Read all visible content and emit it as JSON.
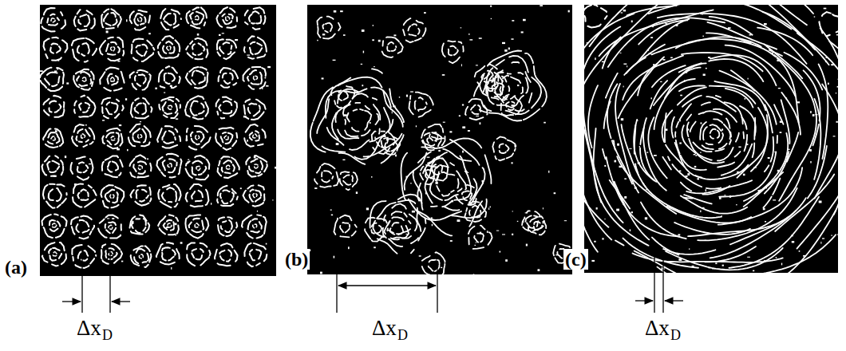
{
  "diagram": {
    "labels": [
      "(a)",
      "Δx",
      "D",
      "(b)",
      "Δx",
      "D",
      "(c)",
      "Δx",
      "D"
    ]
  }
}
